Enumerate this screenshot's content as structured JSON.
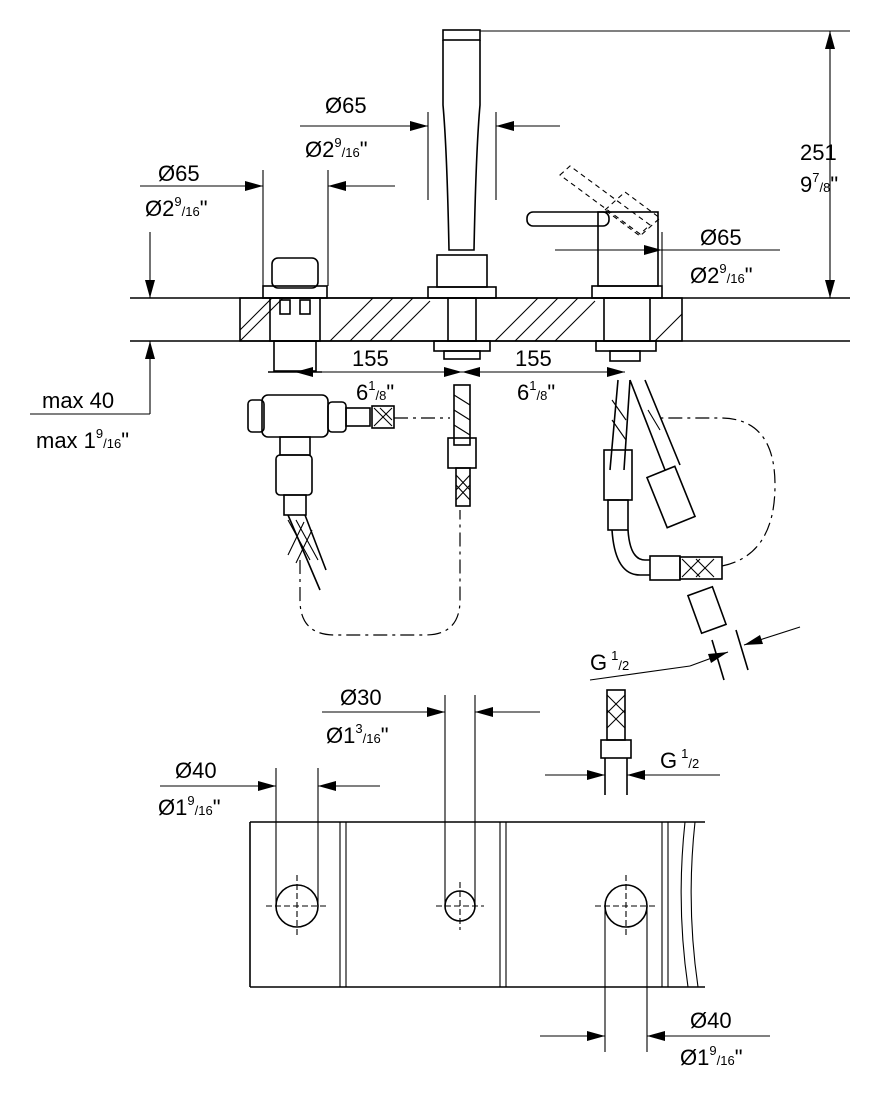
{
  "dimensions": {
    "spout_diameter_mm": "Ø65",
    "spout_diameter_in": "Ø2",
    "spout_diameter_in_frac_num": "9",
    "spout_diameter_in_frac_den": "16",
    "left_diameter_mm": "Ø65",
    "left_diameter_in": "Ø2",
    "left_diameter_in_frac_num": "9",
    "left_diameter_in_frac_den": "16",
    "right_diameter_mm": "Ø65",
    "right_diameter_in": "Ø2",
    "right_diameter_in_frac_num": "9",
    "right_diameter_in_frac_den": "16",
    "height_mm": "251",
    "height_in": "9",
    "height_in_frac_num": "7",
    "height_in_frac_den": "8",
    "spacing_left_mm": "155",
    "spacing_left_in": "6",
    "spacing_left_frac_num": "1",
    "spacing_left_frac_den": "8",
    "spacing_right_mm": "155",
    "spacing_right_in": "6",
    "spacing_right_frac_num": "1",
    "spacing_right_frac_den": "8",
    "max_thickness_mm": "max 40",
    "max_thickness_in": "max 1",
    "max_thickness_frac_num": "9",
    "max_thickness_frac_den": "16",
    "thread_upper": "G",
    "thread_upper_frac_num": "1",
    "thread_upper_frac_den": "2",
    "thread_lower": "G",
    "thread_lower_frac_num": "1",
    "thread_lower_frac_den": "2",
    "hole_center_mm": "Ø30",
    "hole_center_in": "Ø1",
    "hole_center_frac_num": "3",
    "hole_center_frac_den": "16",
    "hole_left_mm": "Ø40",
    "hole_left_in": "Ø1",
    "hole_left_frac_num": "9",
    "hole_left_frac_den": "16",
    "hole_right_mm": "Ø40",
    "hole_right_in": "Ø1",
    "hole_right_frac_num": "9",
    "hole_right_frac_den": "16",
    "inch_mark": "\""
  }
}
